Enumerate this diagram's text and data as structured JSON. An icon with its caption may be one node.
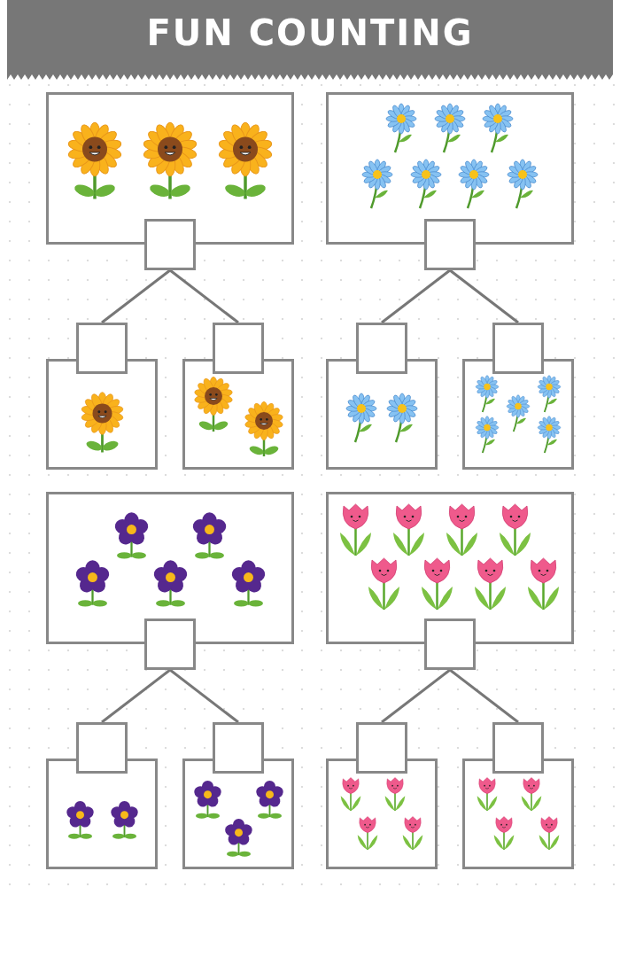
{
  "diagram": {
    "title": "FUN COUNTING",
    "nodes": [
      {
        "text": [],
        "shape": "picture"
      },
      {
        "text": [],
        "shape": "box"
      },
      {
        "text": [],
        "shape": "box"
      },
      {
        "text": [],
        "shape": "box"
      },
      {
        "text": [],
        "shape": "picture"
      },
      {
        "text": [],
        "shape": "picture"
      },
      {
        "text": [],
        "shape": "picture"
      },
      {
        "text": [],
        "shape": "box"
      },
      {
        "text": [],
        "shape": "box"
      },
      {
        "text": [],
        "shape": "box"
      },
      {
        "text": [],
        "shape": "picture"
      },
      {
        "text": [],
        "shape": "picture"
      },
      {
        "text": [],
        "shape": "picture"
      },
      {
        "text": [],
        "shape": "box"
      },
      {
        "text": [],
        "shape": "box"
      },
      {
        "text": [],
        "shape": "box"
      },
      {
        "text": [],
        "shape": "picture"
      },
      {
        "text": [],
        "shape": "picture"
      },
      {
        "text": [],
        "shape": "picture"
      },
      {
        "text": [],
        "shape": "box"
      },
      {
        "text": [],
        "shape": "box"
      },
      {
        "text": [],
        "shape": "box"
      },
      {
        "text": [],
        "shape": "picture"
      },
      {
        "text": [],
        "shape": "picture"
      }
    ],
    "edges": [
      {
        "from": 1,
        "to": 2,
        "arrow": "none"
      },
      {
        "from": 1,
        "to": 3,
        "arrow": "none"
      },
      {
        "from": 7,
        "to": 8,
        "arrow": "none"
      },
      {
        "from": 7,
        "to": 9,
        "arrow": "none"
      },
      {
        "from": 13,
        "to": 14,
        "arrow": "none"
      },
      {
        "from": 13,
        "to": 15,
        "arrow": "none"
      },
      {
        "from": 19,
        "to": 20,
        "arrow": "none"
      },
      {
        "from": 19,
        "to": 21,
        "arrow": "none"
      }
    ]
  }
}
